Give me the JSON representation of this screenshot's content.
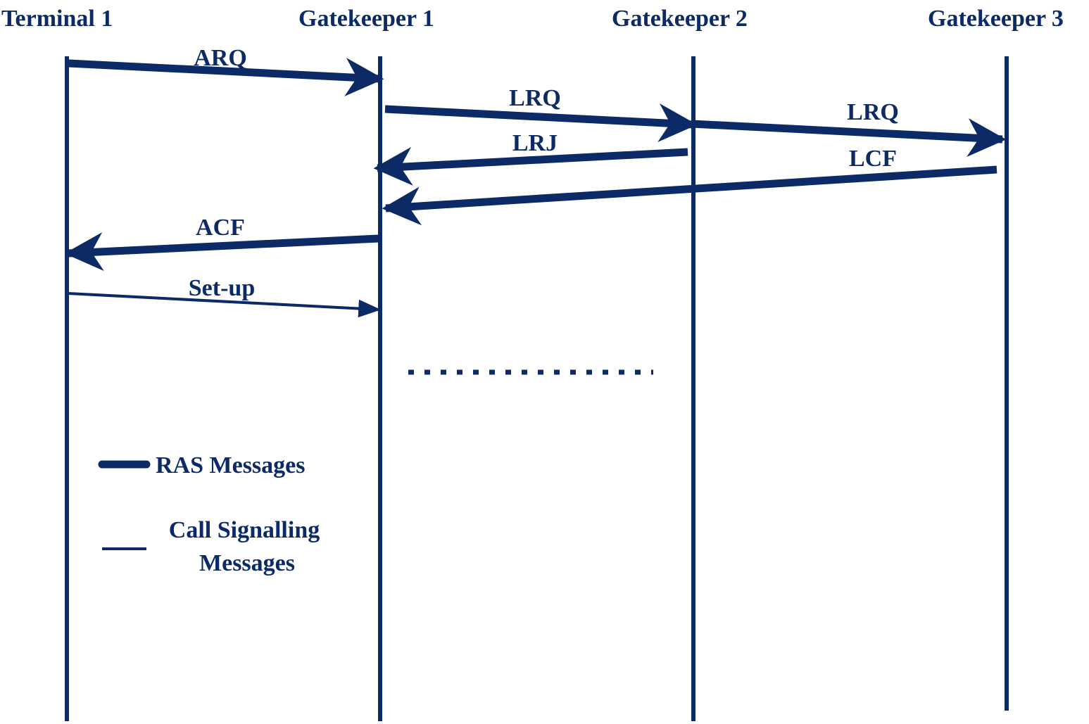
{
  "colors": {
    "primary": "#0b2a66",
    "background": "#ffffff"
  },
  "participants": [
    {
      "id": "terminal-1",
      "label": "Terminal 1"
    },
    {
      "id": "gatekeeper-1",
      "label": "Gatekeeper 1"
    },
    {
      "id": "gatekeeper-2",
      "label": "Gatekeeper 2"
    },
    {
      "id": "gatekeeper-3",
      "label": "Gatekeeper 3"
    }
  ],
  "messages": [
    {
      "id": "arq",
      "label": "ARQ",
      "from": "terminal-1",
      "to": "gatekeeper-1",
      "type": "RAS"
    },
    {
      "id": "lrq-1",
      "label": "LRQ",
      "from": "gatekeeper-1",
      "to": "gatekeeper-2",
      "type": "RAS"
    },
    {
      "id": "lrq-2",
      "label": "LRQ",
      "from": "gatekeeper-2",
      "to": "gatekeeper-3",
      "type": "RAS"
    },
    {
      "id": "lrj",
      "label": "LRJ",
      "from": "gatekeeper-2",
      "to": "gatekeeper-1",
      "type": "RAS"
    },
    {
      "id": "lcf",
      "label": "LCF",
      "from": "gatekeeper-3",
      "to": "gatekeeper-1",
      "type": "RAS"
    },
    {
      "id": "acf",
      "label": "ACF",
      "from": "gatekeeper-1",
      "to": "terminal-1",
      "type": "RAS"
    },
    {
      "id": "setup",
      "label": "Set-up",
      "from": "terminal-1",
      "to": "gatekeeper-1",
      "type": "Call Signalling"
    }
  ],
  "legend": {
    "ras": {
      "label": "RAS Messages"
    },
    "call_signalling": {
      "label_line1": "Call Signalling",
      "label_line2": "Messages"
    }
  }
}
